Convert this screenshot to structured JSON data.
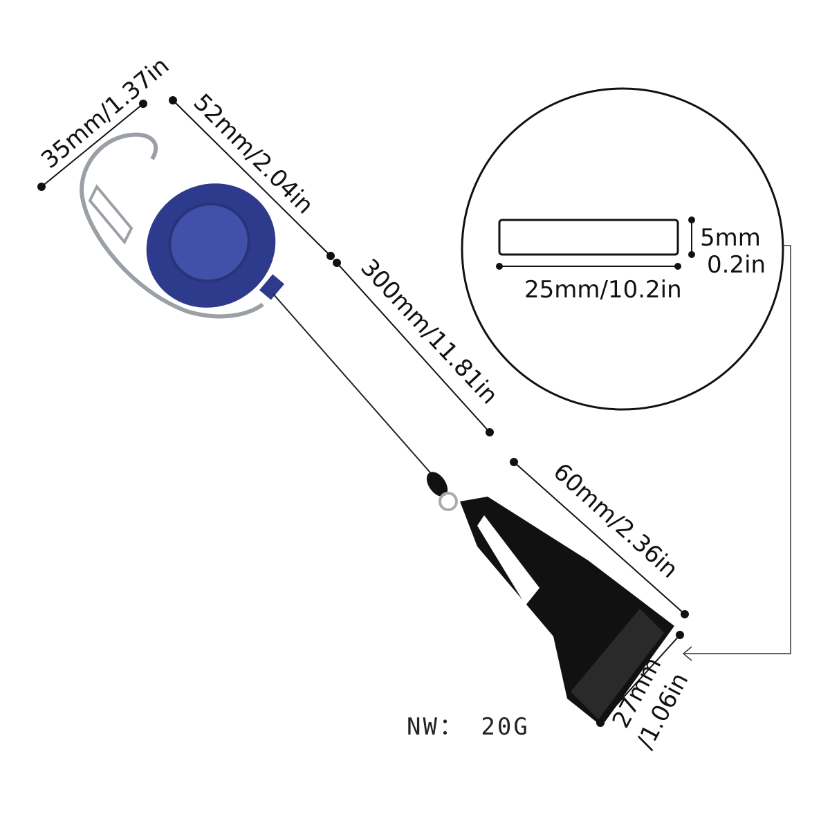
{
  "dimensions": {
    "clip_width": "35mm/1.37in",
    "reel_length": "52mm/2.04in",
    "cord_length": "300mm/11.81in",
    "holder_length": "60mm/2.36in",
    "holder_width_mm": "27mm",
    "holder_width_in": "/1.06in",
    "opening_height_mm": "5mm",
    "opening_height_in": "0.2in",
    "opening_width": "25mm/10.2in"
  },
  "net_weight": "NW： 20G",
  "colors": {
    "reel": "#2e3a8c",
    "holder": "#111111",
    "line": "#111111"
  }
}
